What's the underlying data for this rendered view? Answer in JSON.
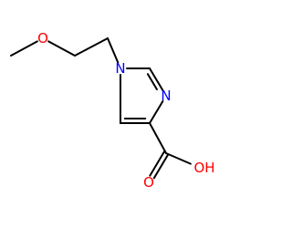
{
  "molecule": {
    "atoms": [
      {
        "id": "c_methyl",
        "symbol": "",
        "color": "#000000"
      },
      {
        "id": "o_ether",
        "symbol": "O",
        "color": "#ff0000"
      },
      {
        "id": "c_ch2a",
        "symbol": "",
        "color": "#000000"
      },
      {
        "id": "c_ch2b",
        "symbol": "",
        "color": "#000000"
      },
      {
        "id": "n1",
        "symbol": "N",
        "color": "#0000ff"
      },
      {
        "id": "c2",
        "symbol": "",
        "color": "#000000"
      },
      {
        "id": "n3",
        "symbol": "N",
        "color": "#0000ff"
      },
      {
        "id": "c4",
        "symbol": "",
        "color": "#000000"
      },
      {
        "id": "c5",
        "symbol": "",
        "color": "#000000"
      },
      {
        "id": "c_carboxyl",
        "symbol": "",
        "color": "#000000"
      },
      {
        "id": "o_carbonyl",
        "symbol": "O",
        "color": "#ff0000"
      },
      {
        "id": "o_hydroxyl",
        "symbol": "OH",
        "color": "#ff0000"
      }
    ],
    "bonds": [
      {
        "from": "c_methyl",
        "to": "o_ether",
        "order": 1
      },
      {
        "from": "o_ether",
        "to": "c_ch2a",
        "order": 1
      },
      {
        "from": "c_ch2a",
        "to": "c_ch2b",
        "order": 1
      },
      {
        "from": "c_ch2b",
        "to": "n1",
        "order": 1
      },
      {
        "from": "n1",
        "to": "c2",
        "order": 1
      },
      {
        "from": "c2",
        "to": "n3",
        "order": 2
      },
      {
        "from": "n3",
        "to": "c4",
        "order": 1
      },
      {
        "from": "c4",
        "to": "c5",
        "order": 2
      },
      {
        "from": "c5",
        "to": "n1",
        "order": 1
      },
      {
        "from": "c4",
        "to": "c_carboxyl",
        "order": 1
      },
      {
        "from": "c_carboxyl",
        "to": "o_carbonyl",
        "order": 2
      },
      {
        "from": "c_carboxyl",
        "to": "o_hydroxyl",
        "order": 1
      }
    ]
  }
}
